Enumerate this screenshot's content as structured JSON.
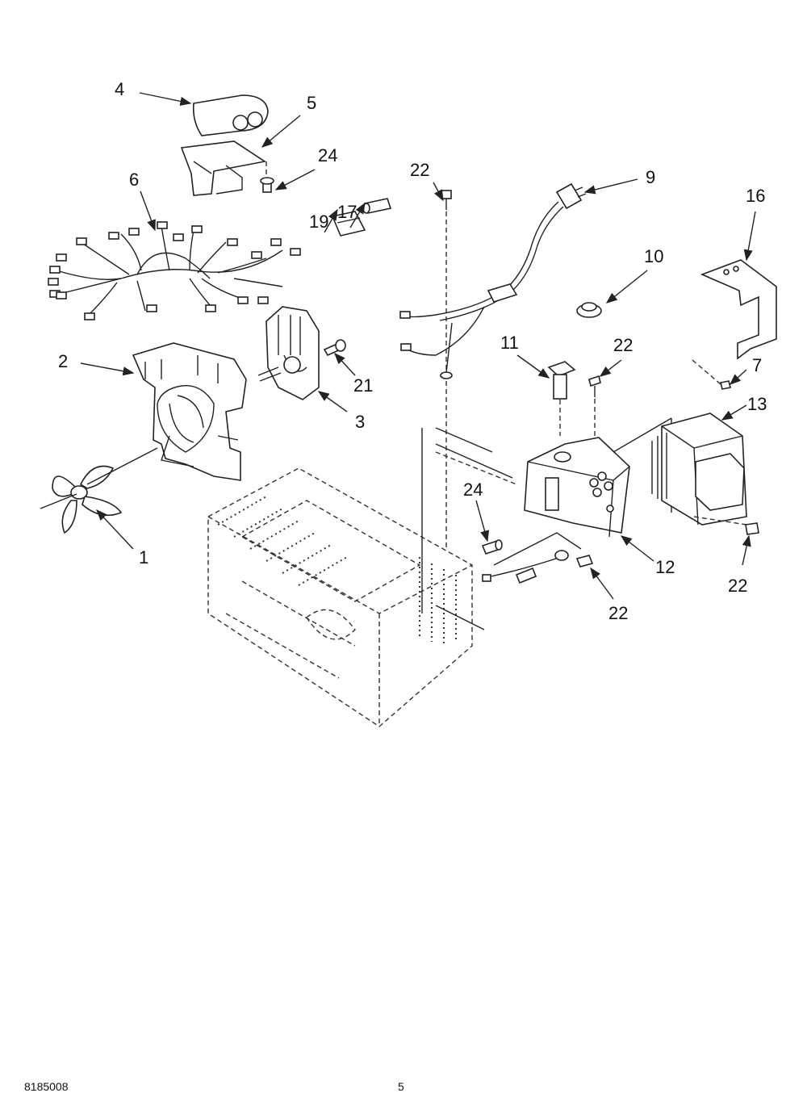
{
  "callouts": [
    "4",
    "5",
    "24",
    "6",
    "22",
    "9",
    "16",
    "19",
    "17",
    "10",
    "2",
    "21",
    "11",
    "22",
    "7",
    "3",
    "13",
    "1",
    "24",
    "12",
    "22",
    "22"
  ],
  "footer": {
    "doc_number": "8185008",
    "page_number": "5"
  }
}
